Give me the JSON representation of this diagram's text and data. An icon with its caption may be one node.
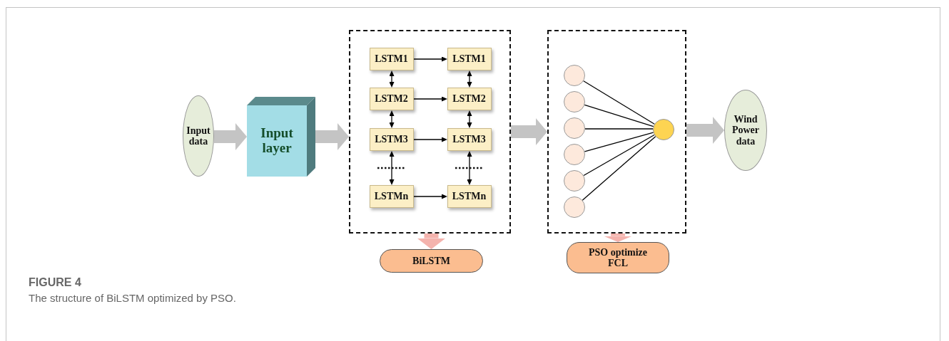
{
  "diagram": {
    "caption": "The structure of BiLSTM optimized by PSO.",
    "nodes": [
      {
        "text": [
          "Input data"
        ]
      },
      {
        "text": [
          "Input layer"
        ]
      },
      {
        "text": [],
        "shape": "box"
      },
      {
        "text": [
          "LSTM1"
        ],
        "in": 2
      },
      {
        "text": [
          "LSTM1"
        ],
        "in": 2
      },
      {
        "text": [
          "LSTM2"
        ],
        "in": 2
      },
      {
        "text": [
          "LSTM2"
        ],
        "in": 2
      },
      {
        "text": [
          "LSTM3"
        ],
        "in": 2
      },
      {
        "text": [
          "LSTM3"
        ],
        "in": 2
      },
      {
        "text": [
          "LSTMn"
        ],
        "in": 2
      },
      {
        "text": [
          "LSTMn"
        ],
        "in": 2
      },
      {
        "text": [],
        "shape": "box"
      },
      {
        "text": [],
        "shape": "circle",
        "in": 11
      },
      {
        "text": [],
        "shape": "circle",
        "in": 11
      },
      {
        "text": [],
        "shape": "circle",
        "in": 11
      },
      {
        "text": [],
        "shape": "circle",
        "in": 11
      },
      {
        "text": [],
        "shape": "circle",
        "in": 11
      },
      {
        "text": [],
        "shape": "circle",
        "in": 11
      },
      {
        "text": [],
        "shape": "circle",
        "in": 11
      },
      {
        "text": [
          "Wind Power data"
        ]
      },
      {
        "text": [
          "BiLSTM"
        ]
      },
      {
        "text": [
          "PSO optimize FCL"
        ]
      }
    ],
    "edges": [
      {
        "from": 0,
        "to": 1,
        "arrow": "to",
        "style": "thick",
        "color": "#c4c4c4"
      },
      {
        "from": 1,
        "to": 2,
        "arrow": "to",
        "style": "thick",
        "color": "#c4c4c4"
      },
      {
        "from": 2,
        "to": 11,
        "arrow": "to",
        "style": "thick",
        "color": "#c4c4c4"
      },
      {
        "from": 11,
        "to": 19,
        "arrow": "to",
        "style": "thick",
        "color": "#c4c4c4"
      },
      {
        "from": 3,
        "to": 4,
        "arrow": "to"
      },
      {
        "from": 5,
        "to": 6,
        "arrow": "to"
      },
      {
        "from": 7,
        "to": 8,
        "arrow": "to"
      },
      {
        "from": 9,
        "to": 10,
        "arrow": "to"
      },
      {
        "from": 3,
        "to": 5,
        "arrow": "both"
      },
      {
        "from": 5,
        "to": 7,
        "arrow": "both"
      },
      {
        "from": 7,
        "to": 9,
        "arrow": "both"
      },
      {
        "from": 4,
        "to": 6,
        "arrow": "both"
      },
      {
        "from": 6,
        "to": 8,
        "arrow": "both"
      },
      {
        "from": 8,
        "to": 10,
        "arrow": "both"
      },
      {
        "from": 12,
        "to": 18,
        "arrow": "none"
      },
      {
        "from": 13,
        "to": 18,
        "arrow": "none"
      },
      {
        "from": 14,
        "to": 18,
        "arrow": "none"
      },
      {
        "from": 15,
        "to": 18,
        "arrow": "none"
      },
      {
        "from": 16,
        "to": 18,
        "arrow": "none"
      },
      {
        "from": 17,
        "to": 18,
        "arrow": "none"
      },
      {
        "from": 2,
        "to": 20,
        "arrow": "to",
        "style": "thick",
        "color": "#f4b3ad"
      },
      {
        "from": 11,
        "to": 21,
        "arrow": "to",
        "style": "thick",
        "color": "#f4b3ad"
      }
    ],
    "labels": [
      "FIGURE 4"
    ]
  }
}
